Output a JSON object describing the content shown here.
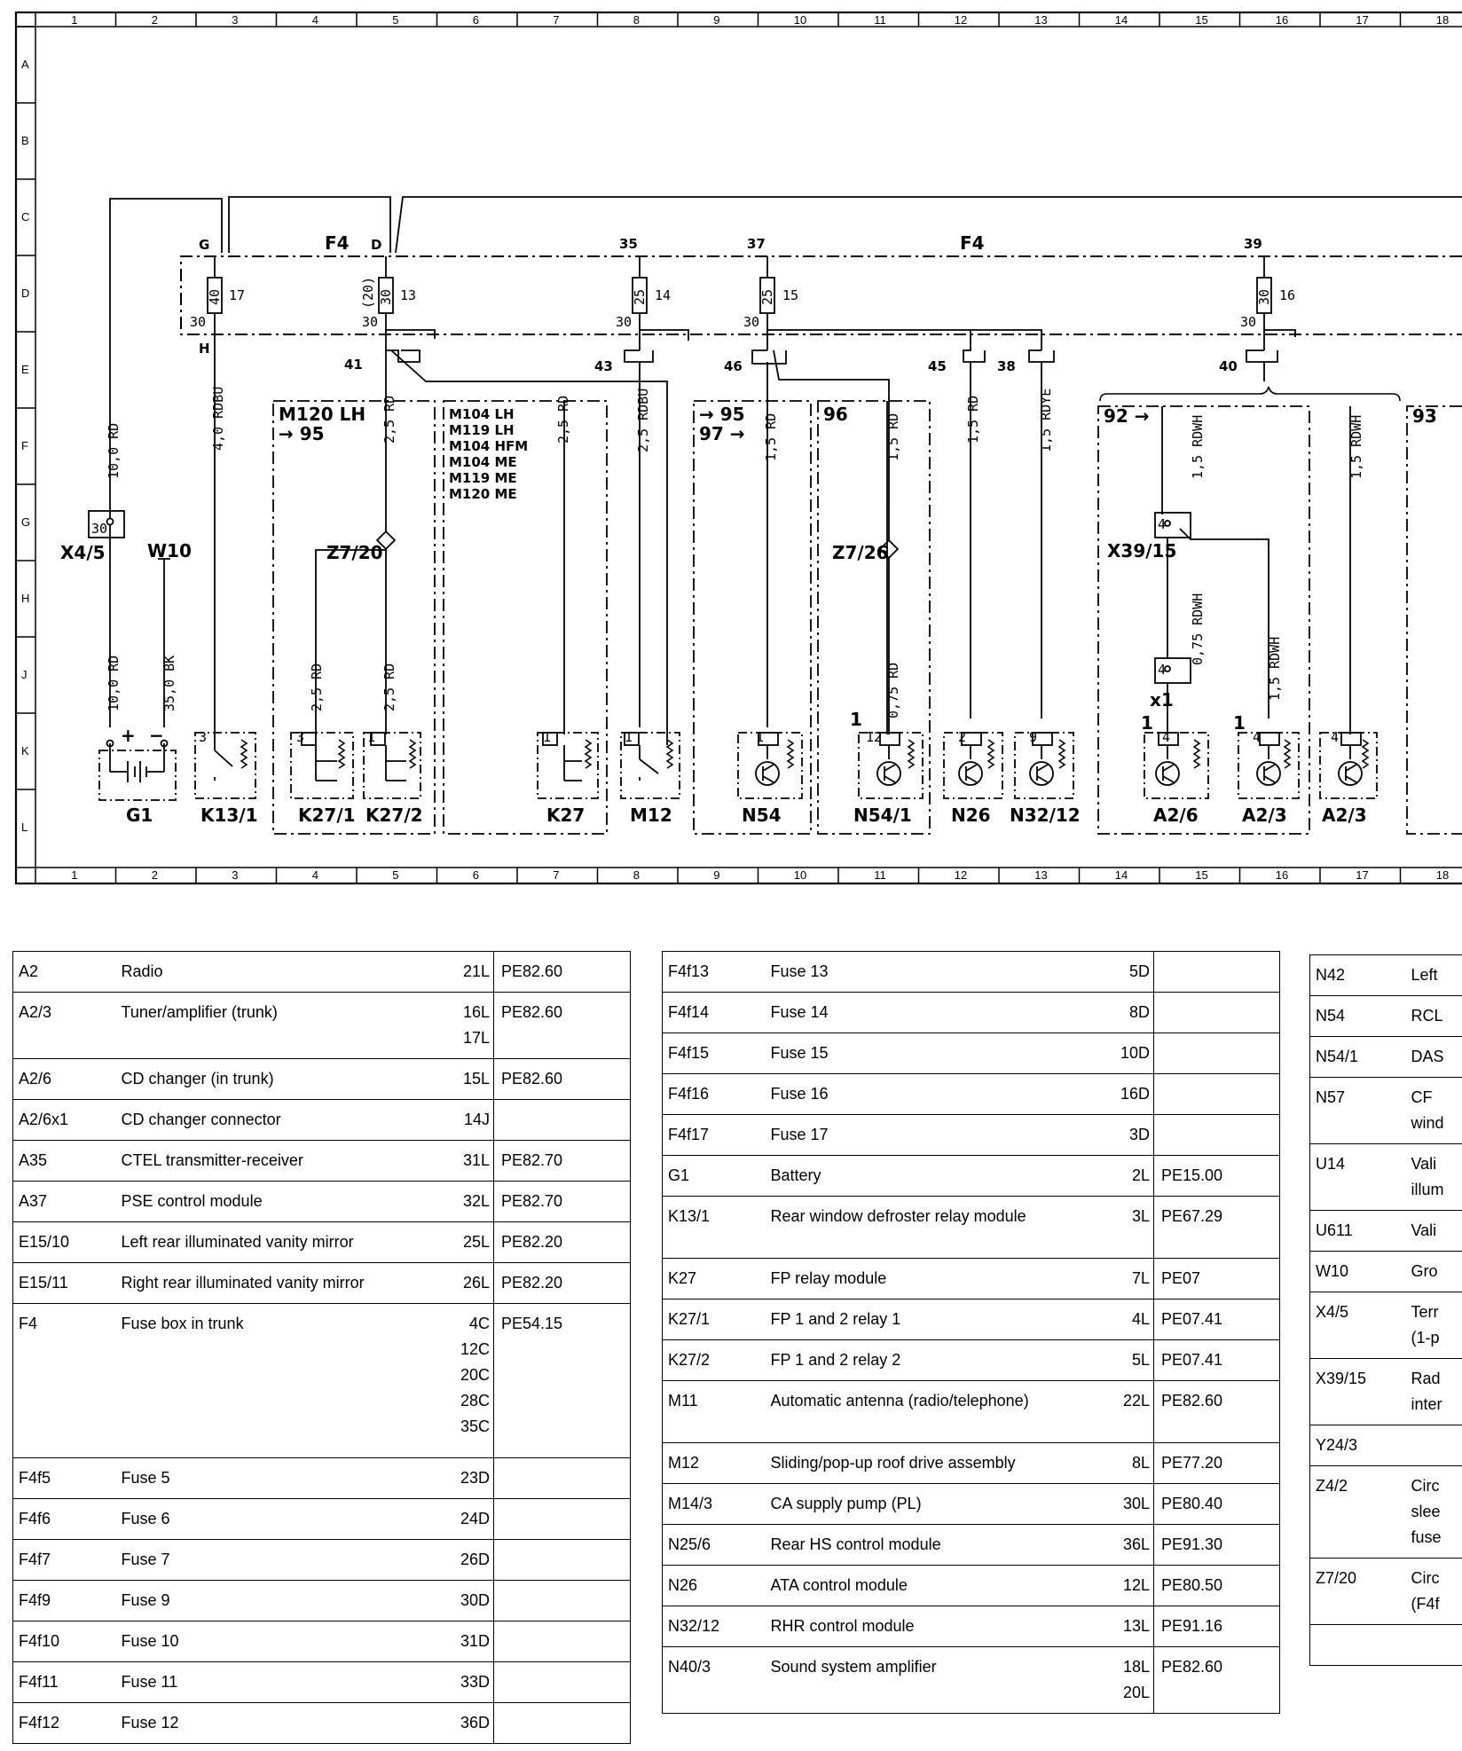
{
  "diagram": {
    "grid_cols": [
      "1",
      "2",
      "3",
      "4",
      "5",
      "6",
      "7",
      "8",
      "9",
      "10",
      "11",
      "12",
      "13",
      "14",
      "15",
      "16",
      "17",
      "18"
    ],
    "grid_rows": [
      "A",
      "B",
      "C",
      "D",
      "E",
      "F",
      "G",
      "H",
      "J",
      "K",
      "L"
    ],
    "fuse_box_label": "F4",
    "bus_points": [
      "G",
      "D",
      "H"
    ],
    "nodes": [
      "35",
      "37",
      "39",
      "41",
      "43",
      "46",
      "45",
      "38",
      "40"
    ],
    "fuses": [
      {
        "rating": "40",
        "num": "17"
      },
      {
        "rating": "30",
        "num": "13",
        "alt": "(20)"
      },
      {
        "rating": "25",
        "num": "14"
      },
      {
        "rating": "25",
        "num": "15"
      },
      {
        "rating": "30",
        "num": "16"
      }
    ],
    "terminal_30": "30",
    "wires": {
      "w_x45_top": "10,0 RD",
      "w_x45_bot": "10,0 RD",
      "w_w10": "35,0 BK",
      "w_k131": "4,0 RDBU",
      "w_z720": "2,5 RD",
      "w_k271": "2,5 RD",
      "w_k272": "2,5 RD",
      "w_k27": "2,5 RD",
      "w_m12": "2,5 RDBU",
      "w_n54": "1,5 RD",
      "w_z726": "1,5 RD",
      "w_n541": "0,75 RD",
      "w_n26": "1,5 RD",
      "w_n3212": "1,5 RDYE",
      "w_x3915_top": "1,5 RDWH",
      "w_x3915_mid": "0,75 RDWH",
      "w_a23": "1,5 RDWH",
      "w_a23b": "1,5 RDWH"
    },
    "blocks": {
      "m120": [
        "M120 LH",
        "→ 95"
      ],
      "m104": [
        "M104 LH",
        "M119 LH",
        "M104 HFM",
        "M104 ME",
        "M119 ME",
        "M120 ME"
      ],
      "ref95": [
        "→ 95",
        "97 →"
      ],
      "ref96": "96",
      "ref92": "92 →",
      "ref93": "93"
    },
    "components": {
      "x45": "X4/5",
      "w10": "W10",
      "g1": "G1",
      "k131": "K13/1",
      "z720": "Z7/20",
      "k271": "K27/1",
      "k272": "K27/2",
      "k27": "K27",
      "m12": "M12",
      "n54": "N54",
      "z726": "Z7/26",
      "n541": "N54/1",
      "n26": "N26",
      "n3212": "N32/12",
      "x3915": "X39/15",
      "x1": "x1",
      "a26": "A2/6",
      "a23": "A2/3",
      "a23b": "A2/3"
    },
    "pins": {
      "x45": "30",
      "k131": "3",
      "k271": "3",
      "k272": "1",
      "k27": "1",
      "m12": "1",
      "n54": "1",
      "n541": "12",
      "n541_side": "1",
      "n26": "2",
      "n3212": "9",
      "x3915": "4",
      "x1": "4",
      "a26": "4",
      "a26_side": "1",
      "a23": "4",
      "a23_side": "1",
      "a23b": "4",
      "plus": "+",
      "minus": "−"
    }
  },
  "legend": {
    "table1": [
      {
        "code": "A2",
        "name": "Radio",
        "loc": [
          "21L"
        ],
        "pe": "PE82.60"
      },
      {
        "code": "A2/3",
        "name": "Tuner/amplifier (trunk)",
        "loc": [
          "16L",
          "17L"
        ],
        "pe": "PE82.60"
      },
      {
        "code": "A2/6",
        "name": "CD changer (in trunk)",
        "loc": [
          "15L"
        ],
        "pe": "PE82.60"
      },
      {
        "code": "A2/6x1",
        "name": "CD changer connector",
        "loc": [
          "14J"
        ],
        "pe": ""
      },
      {
        "code": "A35",
        "name": "CTEL transmitter-receiver",
        "loc": [
          "31L"
        ],
        "pe": "PE82.70"
      },
      {
        "code": "A37",
        "name": "PSE control module",
        "loc": [
          "32L"
        ],
        "pe": "PE82.70"
      },
      {
        "code": "E15/10",
        "name": "Left rear illuminated vanity mirror",
        "loc": [
          "25L"
        ],
        "pe": "PE82.20"
      },
      {
        "code": "E15/11",
        "name": "Right rear illuminated vanity mirror",
        "loc": [
          "26L"
        ],
        "pe": "PE82.20"
      },
      {
        "code": "F4",
        "name": "Fuse box in trunk",
        "loc": [
          "4C",
          "12C",
          "20C",
          "28C",
          "35C"
        ],
        "pe": "PE54.15"
      },
      {
        "code": "F4f5",
        "name": "Fuse 5",
        "loc": [
          "23D"
        ],
        "pe": ""
      },
      {
        "code": "F4f6",
        "name": "Fuse 6",
        "loc": [
          "24D"
        ],
        "pe": ""
      },
      {
        "code": "F4f7",
        "name": "Fuse 7",
        "loc": [
          "26D"
        ],
        "pe": ""
      },
      {
        "code": "F4f9",
        "name": "Fuse 9",
        "loc": [
          "30D"
        ],
        "pe": ""
      },
      {
        "code": "F4f10",
        "name": "Fuse 10",
        "loc": [
          "31D"
        ],
        "pe": ""
      },
      {
        "code": "F4f11",
        "name": "Fuse 11",
        "loc": [
          "33D"
        ],
        "pe": ""
      },
      {
        "code": "F4f12",
        "name": "Fuse 12",
        "loc": [
          "36D"
        ],
        "pe": ""
      }
    ],
    "table2": [
      {
        "code": "F4f13",
        "name": "Fuse 13",
        "loc": [
          "5D"
        ],
        "pe": ""
      },
      {
        "code": "F4f14",
        "name": "Fuse 14",
        "loc": [
          "8D"
        ],
        "pe": ""
      },
      {
        "code": "F4f15",
        "name": "Fuse 15",
        "loc": [
          "10D"
        ],
        "pe": ""
      },
      {
        "code": "F4f16",
        "name": "Fuse 16",
        "loc": [
          "16D"
        ],
        "pe": ""
      },
      {
        "code": "F4f17",
        "name": "Fuse 17",
        "loc": [
          "3D"
        ],
        "pe": ""
      },
      {
        "code": "G1",
        "name": "Battery",
        "loc": [
          "2L"
        ],
        "pe": "PE15.00"
      },
      {
        "code": "K13/1",
        "name": "Rear window defroster relay module",
        "loc": [
          "3L"
        ],
        "pe": "PE67.29"
      },
      {
        "code": "K27",
        "name": "FP relay module",
        "loc": [
          "7L"
        ],
        "pe": "PE07"
      },
      {
        "code": "K27/1",
        "name": "FP 1 and 2 relay 1",
        "loc": [
          "4L"
        ],
        "pe": "PE07.41"
      },
      {
        "code": "K27/2",
        "name": "FP 1 and 2 relay 2",
        "loc": [
          "5L"
        ],
        "pe": "PE07.41"
      },
      {
        "code": "M11",
        "name": "Automatic antenna (radio/telephone)",
        "loc": [
          "22L"
        ],
        "pe": "PE82.60"
      },
      {
        "code": "M12",
        "name": "Sliding/pop-up roof drive assembly",
        "loc": [
          "8L"
        ],
        "pe": "PE77.20"
      },
      {
        "code": "M14/3",
        "name": "CA supply pump (PL)",
        "loc": [
          "30L"
        ],
        "pe": "PE80.40"
      },
      {
        "code": "N25/6",
        "name": "Rear HS control module",
        "loc": [
          "36L"
        ],
        "pe": "PE91.30"
      },
      {
        "code": "N26",
        "name": "ATA control module",
        "loc": [
          "12L"
        ],
        "pe": "PE80.50"
      },
      {
        "code": "N32/12",
        "name": "RHR control module",
        "loc": [
          "13L"
        ],
        "pe": "PE91.16"
      },
      {
        "code": "N40/3",
        "name": "Sound system amplifier",
        "loc": [
          "18L",
          "20L"
        ],
        "pe": "PE82.60"
      }
    ],
    "table3": [
      {
        "code": "N42",
        "name": "Left"
      },
      {
        "code": "N54",
        "name": "RCL"
      },
      {
        "code": "N54/1",
        "name": "DAS"
      },
      {
        "code": "N57",
        "name": "CF",
        "name2": "wind"
      },
      {
        "code": "U14",
        "name": "Vali",
        "name2": "illum"
      },
      {
        "code": "U611",
        "name": "Vali"
      },
      {
        "code": "W10",
        "name": "Gro"
      },
      {
        "code": "X4/5",
        "name": "Terr",
        "name2": "(1-p"
      },
      {
        "code": "X39/15",
        "name": "Rad",
        "name2": "inter"
      },
      {
        "code": "Y24/3",
        "name": ""
      },
      {
        "code": "Z4/2",
        "name": "Circ",
        "name2": "slee",
        "name3": "fuse"
      },
      {
        "code": "Z7/20",
        "name": "Circ",
        "name2": "(F4f"
      },
      {
        "code": "",
        "name": ""
      }
    ]
  }
}
